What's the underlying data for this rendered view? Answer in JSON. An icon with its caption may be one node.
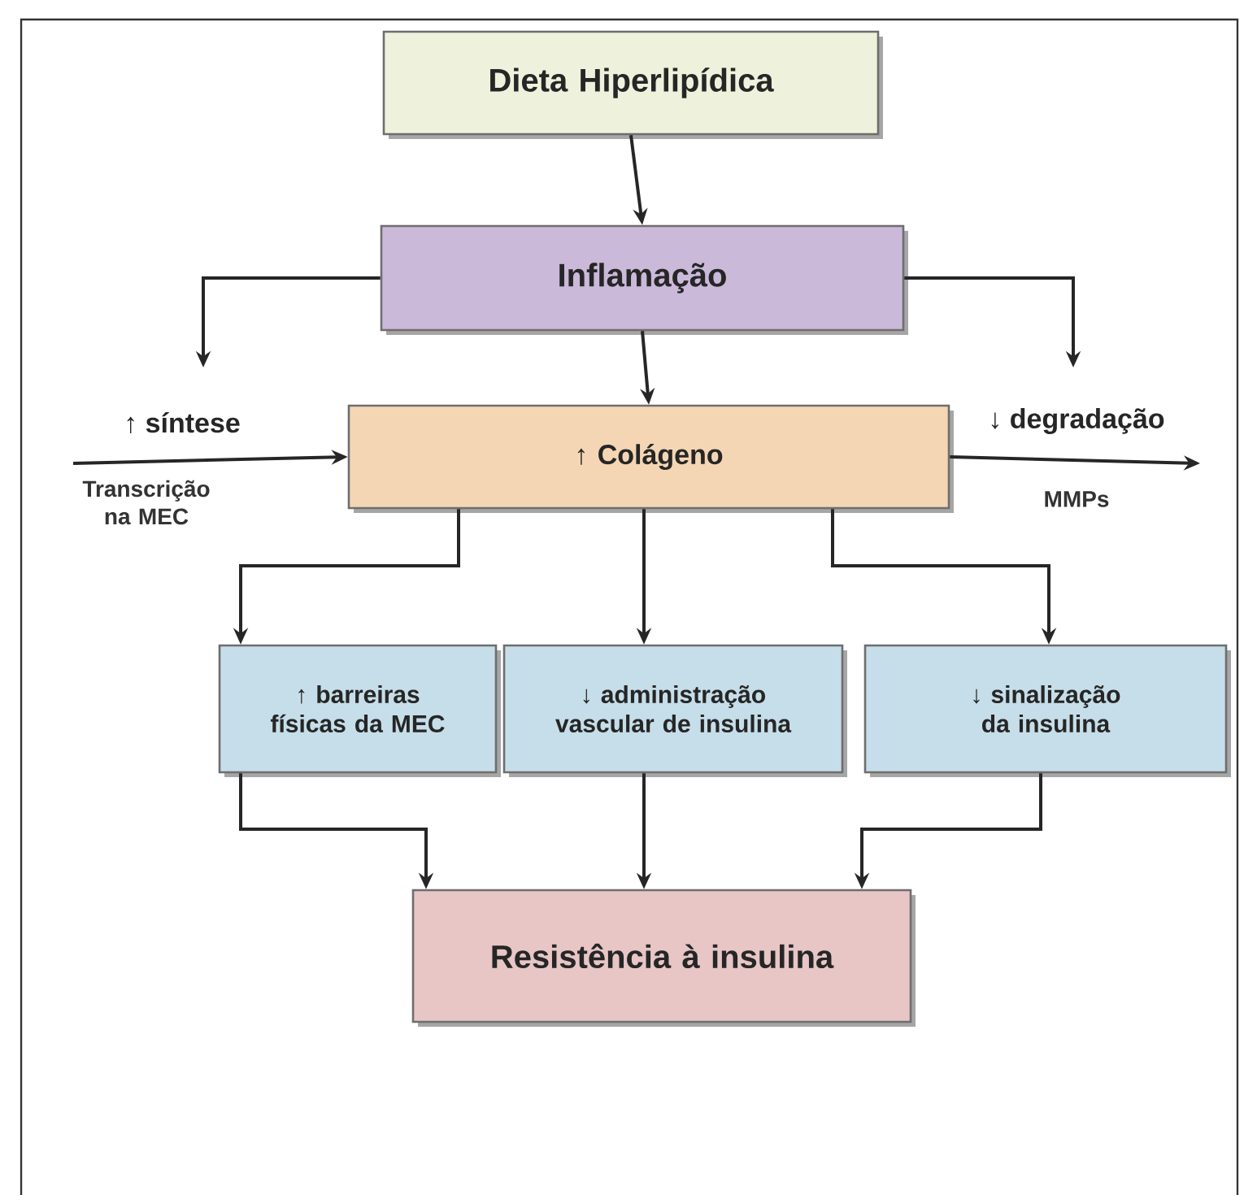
{
  "diagram": {
    "nodes": [
      {
        "text": [
          "Dieta Hiperlipídica"
        ]
      },
      {
        "text": [
          "Inflamação"
        ]
      },
      {
        "text": [
          "↑ Colágeno"
        ]
      },
      {
        "text": [
          "↑ barreiras físicas da MEC"
        ]
      },
      {
        "text": [
          "↓ administração vascular de insulina"
        ]
      },
      {
        "text": [
          "↓ sinalização da insulina"
        ]
      },
      {
        "text": [
          "Resistência à insulina"
        ]
      }
    ],
    "edges": [
      {
        "from": 0,
        "to": 1,
        "arrow": "to"
      },
      {
        "from": 1,
        "to": null,
        "arrow": "to"
      },
      {
        "from": 1,
        "to": 2,
        "arrow": "to"
      },
      {
        "from": 1,
        "to": null,
        "arrow": "to"
      },
      {
        "from": null,
        "to": 2,
        "arrow": "to",
        "label": "↑ síntese"
      },
      {
        "from": 2,
        "to": null,
        "arrow": "to",
        "label": "↓ degradação"
      },
      {
        "from": 2,
        "to": 3,
        "arrow": "to"
      },
      {
        "from": 2,
        "to": 4,
        "arrow": "to"
      },
      {
        "from": 2,
        "to": 5,
        "arrow": "to"
      },
      {
        "from": 3,
        "to": 6,
        "arrow": "to"
      },
      {
        "from": 4,
        "to": 6,
        "arrow": "to"
      },
      {
        "from": 5,
        "to": 6,
        "arrow": "to"
      }
    ],
    "labels": [
      "Transcrição na MEC",
      "MMPs"
    ]
  }
}
